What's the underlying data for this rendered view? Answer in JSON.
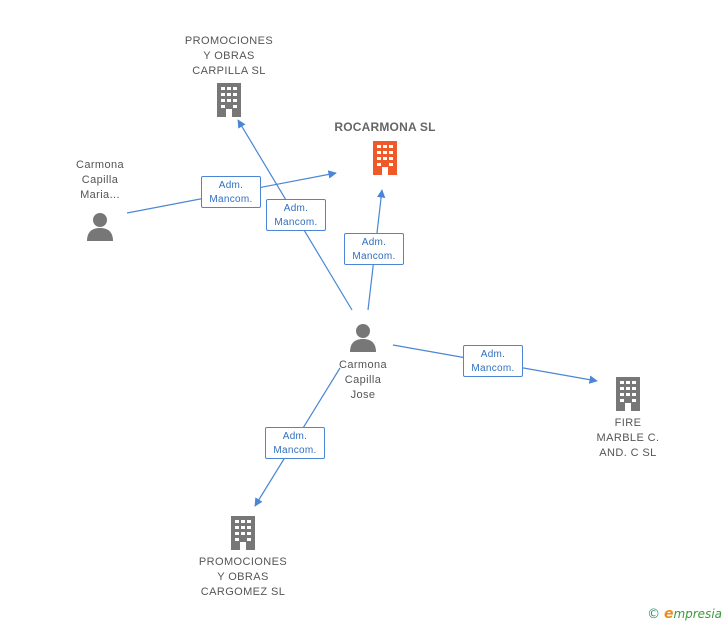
{
  "nodes": {
    "rocarmona": {
      "label": "ROCARMONA SL",
      "type": "company",
      "color": "#f05a28"
    },
    "promociones_carpilla": {
      "label": "PROMOCIONES\nY OBRAS\nCARPILLA SL",
      "type": "company",
      "color": "#777777"
    },
    "fire_marble": {
      "label": "FIRE\nMARBLE C.\nAND. C SL",
      "type": "company",
      "color": "#777777"
    },
    "promociones_cargomez": {
      "label": "PROMOCIONES\nY OBRAS\nCARGOMEZ SL",
      "type": "company",
      "color": "#777777"
    },
    "carmona_maria": {
      "label": "Carmona\nCapilla\nMaria...",
      "type": "person",
      "color": "#777777"
    },
    "carmona_jose": {
      "label": "Carmona\nCapilla\nJose",
      "type": "person",
      "color": "#777777"
    }
  },
  "edges": [
    {
      "from": "carmona_maria",
      "to": "rocarmona",
      "label": "Adm.\nMancom."
    },
    {
      "from": "carmona_jose",
      "to": "promociones_carpilla",
      "label": "Adm.\nMancom."
    },
    {
      "from": "carmona_jose",
      "to": "rocarmona",
      "label": "Adm.\nMancom."
    },
    {
      "from": "carmona_jose",
      "to": "fire_marble",
      "label": "Adm.\nMancom."
    },
    {
      "from": "carmona_jose",
      "to": "promociones_cargomez",
      "label": "Adm.\nMancom."
    }
  ],
  "colors": {
    "edge": "#4a86d4",
    "edge_label_text": "#2f6fbf"
  },
  "footer": {
    "copyright": "©",
    "brand_initial": "e",
    "brand_rest": "mpresia"
  }
}
